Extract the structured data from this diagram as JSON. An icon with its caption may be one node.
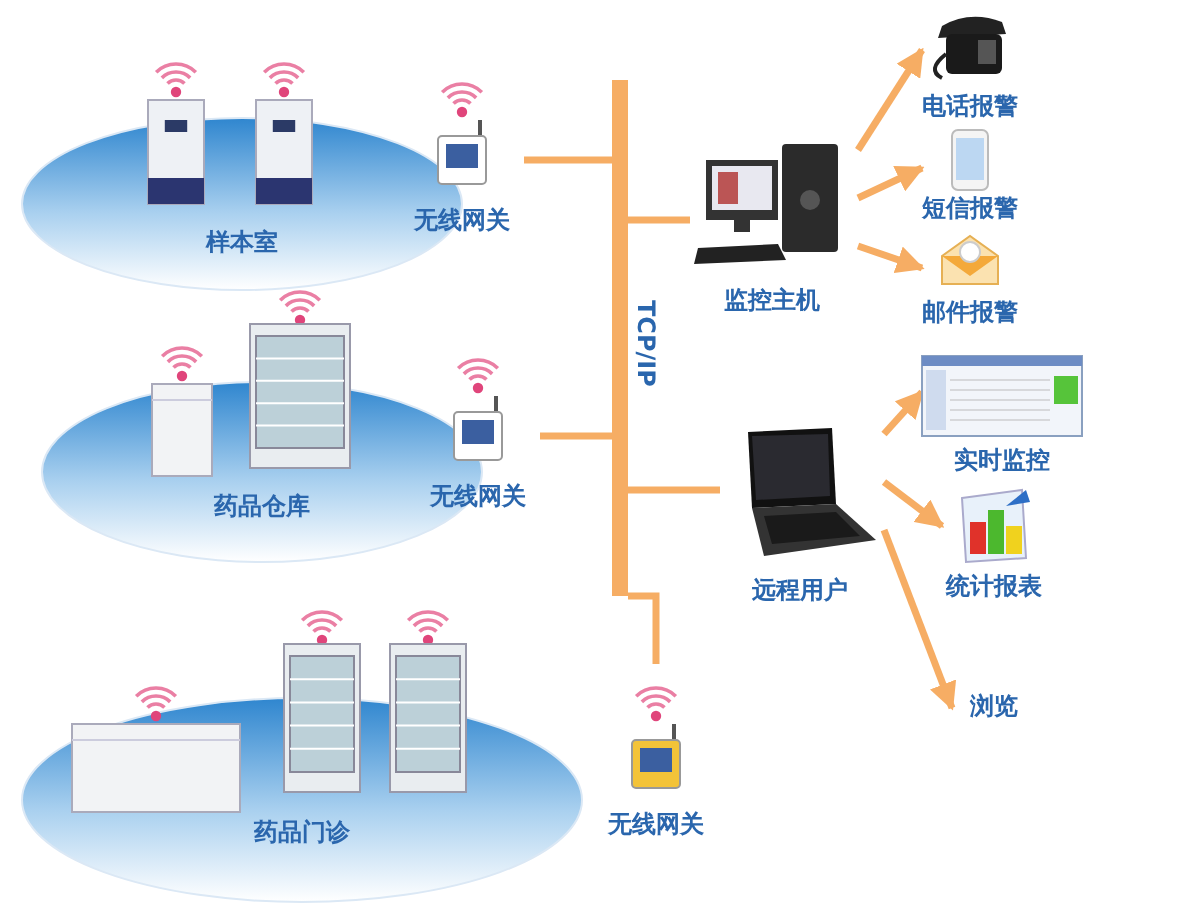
{
  "diagram": {
    "nodes": [
      {
        "text": [
          "样本室"
        ]
      },
      {
        "text": [
          "无线网关"
        ]
      },
      {
        "text": [
          "药品仓库"
        ]
      },
      {
        "text": [
          "无线网关"
        ]
      },
      {
        "text": [
          "药品门诊"
        ]
      },
      {
        "text": [
          "无线网关"
        ]
      },
      {
        "text": [],
        "shape": "bar"
      },
      {
        "text": [
          "监控主机"
        ]
      },
      {
        "text": [
          "远程用户"
        ]
      },
      {
        "text": [
          "电话报警"
        ]
      },
      {
        "text": [
          "短信报警"
        ]
      },
      {
        "text": [
          "邮件报警"
        ]
      },
      {
        "text": [
          "实时监控"
        ]
      },
      {
        "text": [
          "统计报表"
        ]
      },
      {
        "text": [
          "浏览"
        ]
      }
    ],
    "edges": [
      {
        "from": 1,
        "to": 6,
        "arrow": "none"
      },
      {
        "from": 3,
        "to": 6,
        "arrow": "none"
      },
      {
        "from": 5,
        "to": 6,
        "arrow": "none"
      },
      {
        "from": 6,
        "to": 7,
        "arrow": "none"
      },
      {
        "from": 6,
        "to": 8,
        "arrow": "none"
      },
      {
        "from": 7,
        "to": 9,
        "arrow": "to"
      },
      {
        "from": 7,
        "to": 10,
        "arrow": "to"
      },
      {
        "from": 7,
        "to": 11,
        "arrow": "to"
      },
      {
        "from": 8,
        "to": 12,
        "arrow": "to"
      },
      {
        "from": 8,
        "to": 13,
        "arrow": "to"
      },
      {
        "from": 8,
        "to": 14,
        "arrow": "to"
      }
    ],
    "labels": [
      "TCP/IP"
    ]
  }
}
